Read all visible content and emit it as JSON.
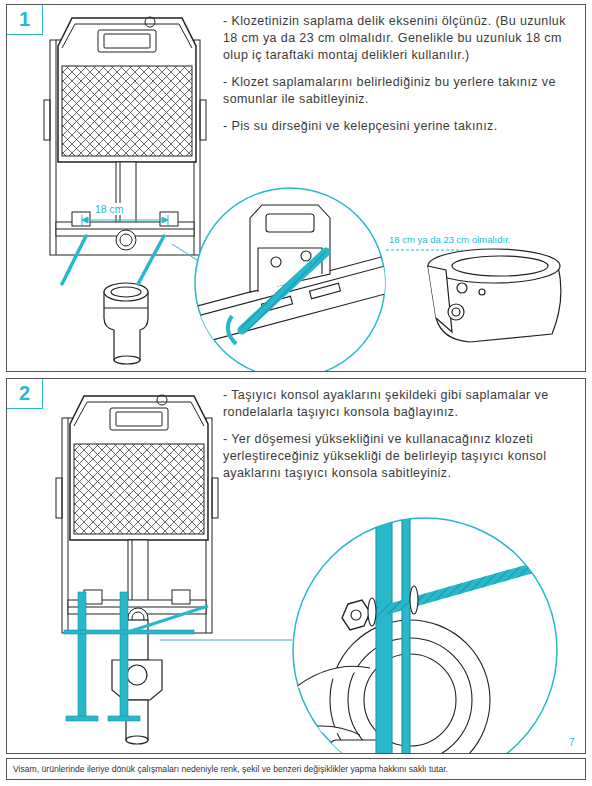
{
  "diagram": {
    "nodes": [
      {
        "text": [
          "1",
          "- Klozetinizin saplama delik eksenini ölçünüz. (Bu uzunluk 18 cm ya da 23 cm olmalıdır. Genelikle bu uzunluk 18 cm olup iç taraftaki montaj delikleri kullanılır.)",
          "- Klozet saplamalarını belirlediğiniz bu yerlere takınız ve somunlar ile sabitleyiniz.",
          "- Pis su dirseğini ve kelepçesini yerine takınız."
        ]
      },
      {
        "text": [
          "2",
          "- Taşıyıcı konsol ayaklarını şekildeki gibi saplamalar ve rondelalarla taşıyıcı konsola bağlayınız.",
          "- Yer döşemesi yüksekliğini ve kullanacağınız klozeti yerleştireceğiniz yüksekliği de belirleyip taşıyıcı konsol ayaklarını taşıyıcı konsola sabitleyiniz."
        ]
      },
      {
        "text": [
          "Visam, ürünlerinde ileriye dönük çalışmaları nedeniyle renk, şekil ve benzeri değişiklikler yapma hakkını saklı tutar."
        ]
      }
    ],
    "edges": [],
    "labels": [
      "18 cm",
      "18 cm ya da 23 cm olmalıdır.",
      "7"
    ]
  }
}
